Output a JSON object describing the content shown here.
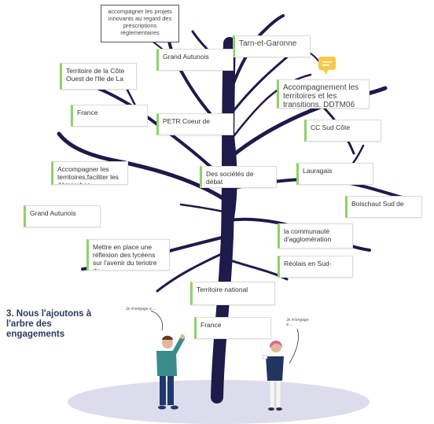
{
  "top_note": "accompagner les projets innovants au regard des prescriptions réglementaires",
  "caption": "3. Nous l'ajoutons à l'arbre des engagements",
  "speech": {
    "left": "Je m'engage à ...",
    "right": "Je m'engage à ..."
  },
  "icons": {
    "chat": "chat-comment-icon"
  },
  "colors": {
    "tree": "#1e1b4b",
    "note_accent": "#8fd16a",
    "chat": "#f7c948",
    "ground": "#dcdcec",
    "caption": "#2e3a5c"
  },
  "notes": [
    {
      "id": "tarn-et-garonne",
      "text": "Tarn-et-Garonne"
    },
    {
      "id": "grand-autunois-top",
      "text": "Grand Autunois"
    },
    {
      "id": "territoire-cote-ouest",
      "text": "Territoire de la Côte Ouest de l'Ile de La"
    },
    {
      "id": "accompagnement-territoires",
      "text": "Accompagnement les territoires et les transitions. DDTM06"
    },
    {
      "id": "france-left",
      "text": "France"
    },
    {
      "id": "petr-coeur",
      "text": "PETR Coeur de"
    },
    {
      "id": "cc-sud-cote",
      "text": "CC Sud Côte"
    },
    {
      "id": "accompagner-territoires",
      "text": "Accompagner les territoires,faciliter les démarches"
    },
    {
      "id": "societes-debat",
      "text": "Des sociétés de débat"
    },
    {
      "id": "lauragais",
      "text": "Lauragais"
    },
    {
      "id": "boischaut",
      "text": "Boischaut Sud de"
    },
    {
      "id": "grand-autunois-mid",
      "text": "Grand Autunois"
    },
    {
      "id": "communaute-agglo",
      "text": "la communauté d'agglomération"
    },
    {
      "id": "mettre-en-place",
      "text": "Mettre en place une réflexion des lycéens sur l'avenir du teriotre du"
    },
    {
      "id": "reolais",
      "text": "Réolais en Sud-"
    },
    {
      "id": "territoire-national",
      "text": "Territoire national"
    },
    {
      "id": "france-bottom",
      "text": "France"
    }
  ]
}
